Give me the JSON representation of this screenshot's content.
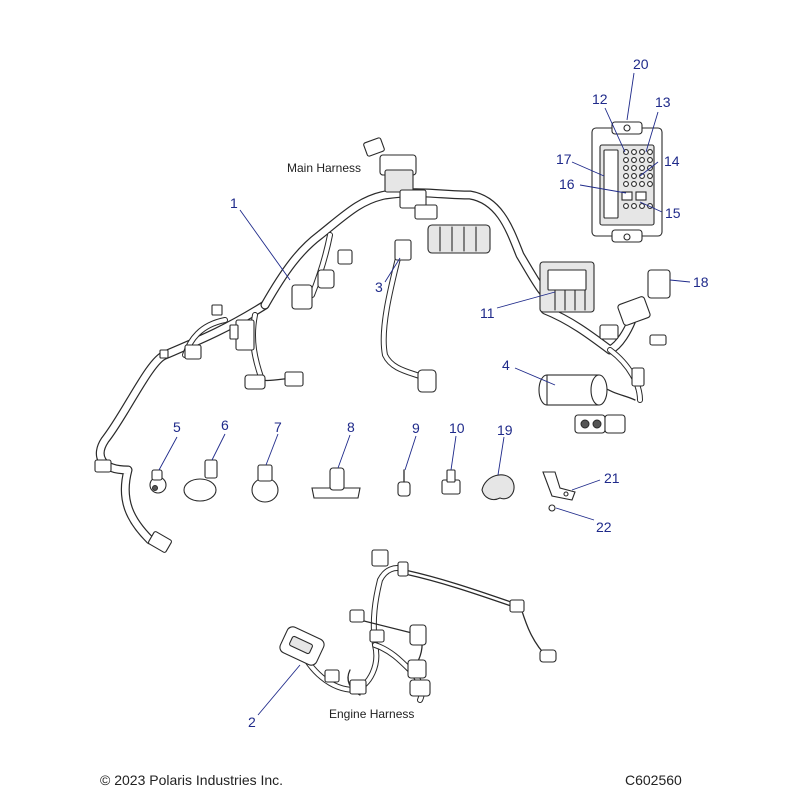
{
  "labels": {
    "main_harness": "Main Harness",
    "engine_harness": "Engine Harness"
  },
  "callouts": {
    "c1": "1",
    "c2": "2",
    "c3": "3",
    "c4": "4",
    "c5": "5",
    "c6": "6",
    "c7": "7",
    "c8": "8",
    "c9": "9",
    "c10": "10",
    "c11": "11",
    "c12": "12",
    "c13": "13",
    "c14": "14",
    "c15": "15",
    "c16": "16",
    "c17": "17",
    "c18": "18",
    "c19": "19",
    "c20": "20",
    "c21": "21",
    "c22": "22"
  },
  "footer": {
    "copyright": "© 2023 Polaris Industries Inc.",
    "drawing_id": "C602560"
  },
  "colors": {
    "callout": "#1f2a8a",
    "linework": "#2a2a2a"
  }
}
